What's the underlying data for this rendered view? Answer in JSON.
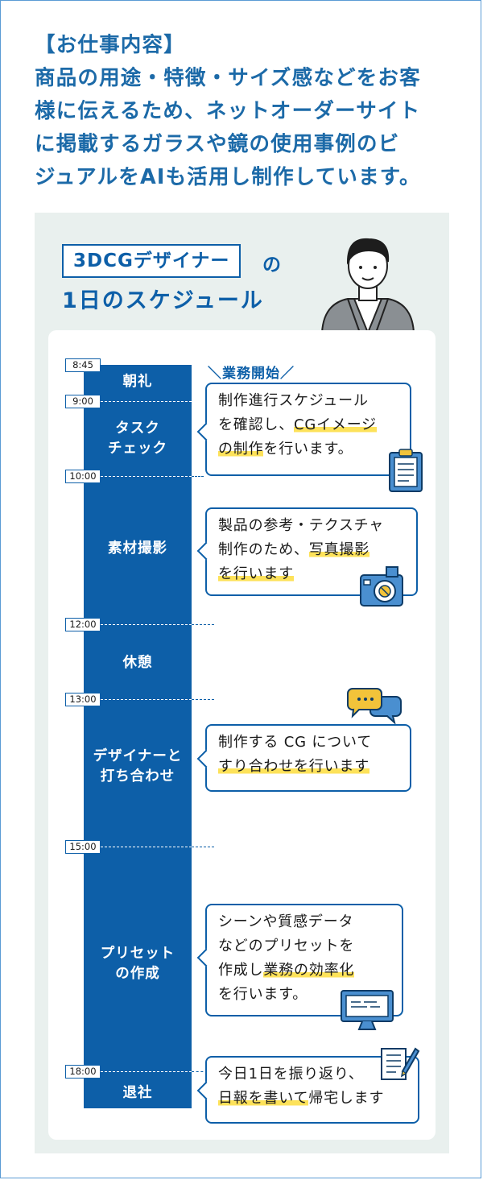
{
  "intro": {
    "lines": [
      "【お仕事内容】",
      "商品の用途・特徴・サイズ感などをお客",
      "様に伝えるため、ネットオーダーサイト",
      "に掲載するガラスや鏡の使用事例のビ",
      "ジュアルをAIも活用し制作しています。"
    ]
  },
  "schedule": {
    "role": "3DCGデザイナー",
    "role_suffix": "の",
    "subtitle": "1日のスケジュール",
    "kickoff": "業務開始",
    "times": [
      "8:45",
      "9:00",
      "10:00",
      "12:00",
      "13:00",
      "15:00",
      "18:00"
    ],
    "tasks": {
      "morning": [
        "朝礼"
      ],
      "task_check": [
        "タスク",
        "チェック"
      ],
      "shoot": [
        "素材撮影"
      ],
      "break": [
        "休憩"
      ],
      "meeting": [
        "デザイナーと",
        "打ち合わせ"
      ],
      "preset": [
        "プリセット",
        "の作成"
      ],
      "leave": [
        "退社"
      ]
    },
    "callouts": {
      "task_check": {
        "l1": "制作進行スケジュール",
        "l2a": "を確認し、",
        "l2b": "CGイメージ",
        "l3a": "の制作",
        "l3b": "を行います。"
      },
      "shoot": {
        "l1": "製品の参考・テクスチャ",
        "l2a": "制作のため、",
        "l2b": "写真撮影",
        "l3a": "を行います",
        "l3b": ""
      },
      "meeting": {
        "l1": "制作する CG について",
        "l2a": "すり合わせを行います",
        "l2b": ""
      },
      "preset": {
        "l1": "シーンや質感データ",
        "l2": "などのプリセットを",
        "l3a": "作成し",
        "l3b": "業務の効率化",
        "l4": "を行います。"
      },
      "leave": {
        "l1": "今日1日を振り返り、",
        "l2a": "日報を書いて",
        "l2b": "帰宅します"
      }
    }
  },
  "colors": {
    "primary": "#0d5fa8",
    "intro_text": "#1c6aa8",
    "panel_bg": "#e9f0ee",
    "highlight": "#fde25a"
  }
}
